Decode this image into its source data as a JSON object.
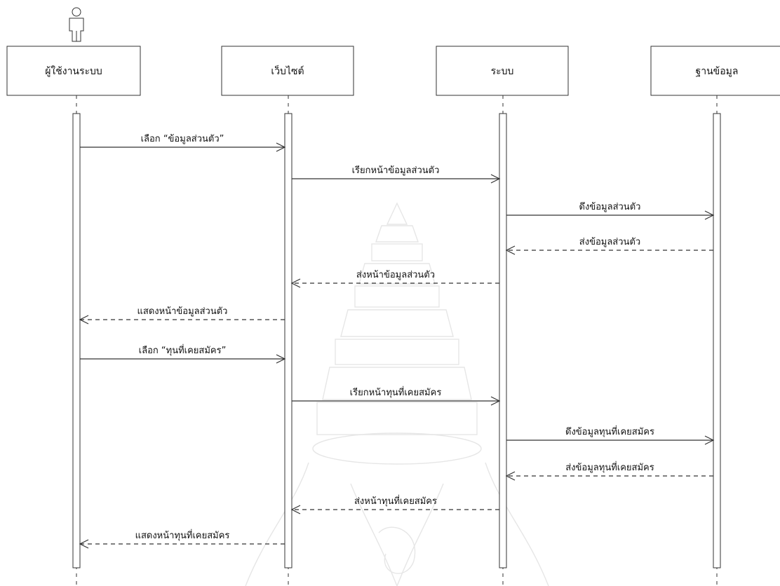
{
  "participants": [
    {
      "id": "user",
      "label": "ผู้ใช้งานระบบ",
      "is_actor": true
    },
    {
      "id": "website",
      "label": "เว็บไซต์",
      "is_actor": false
    },
    {
      "id": "system",
      "label": "ระบบ",
      "is_actor": false
    },
    {
      "id": "database",
      "label": "ฐานข้อมูล",
      "is_actor": false
    }
  ],
  "messages": [
    {
      "from": "user",
      "to": "website",
      "label": "เลือก “ข้อมูลส่วนตัว”",
      "kind": "call"
    },
    {
      "from": "website",
      "to": "system",
      "label": "เรียกหน้าข้อมูลส่วนตัว",
      "kind": "call"
    },
    {
      "from": "system",
      "to": "database",
      "label": "ดึงข้อมูลส่วนตัว",
      "kind": "call"
    },
    {
      "from": "database",
      "to": "system",
      "label": "ส่งข้อมูลส่วนตัว",
      "kind": "return"
    },
    {
      "from": "system",
      "to": "website",
      "label": "ส่งหน้าข้อมูลส่วนตัว",
      "kind": "return"
    },
    {
      "from": "website",
      "to": "user",
      "label": "แสดงหน้าข้อมูลส่วนตัว",
      "kind": "return"
    },
    {
      "from": "user",
      "to": "website",
      "label": "เลือก “ทุนที่เคยสมัคร”",
      "kind": "call"
    },
    {
      "from": "website",
      "to": "system",
      "label": "เรียกหน้าทุนที่เคยสมัคร",
      "kind": "call"
    },
    {
      "from": "system",
      "to": "database",
      "label": "ดึงข้อมูลทุนที่เคยสมัคร",
      "kind": "call"
    },
    {
      "from": "database",
      "to": "system",
      "label": "ส่งข้อมูลทุนที่เคยสมัคร",
      "kind": "return"
    },
    {
      "from": "system",
      "to": "website",
      "label": "ส่งหน้าทุนที่เคยสมัคร",
      "kind": "return"
    },
    {
      "from": "website",
      "to": "user",
      "label": "แสดงหน้าทุนที่เคยสมัคร",
      "kind": "return"
    }
  ]
}
